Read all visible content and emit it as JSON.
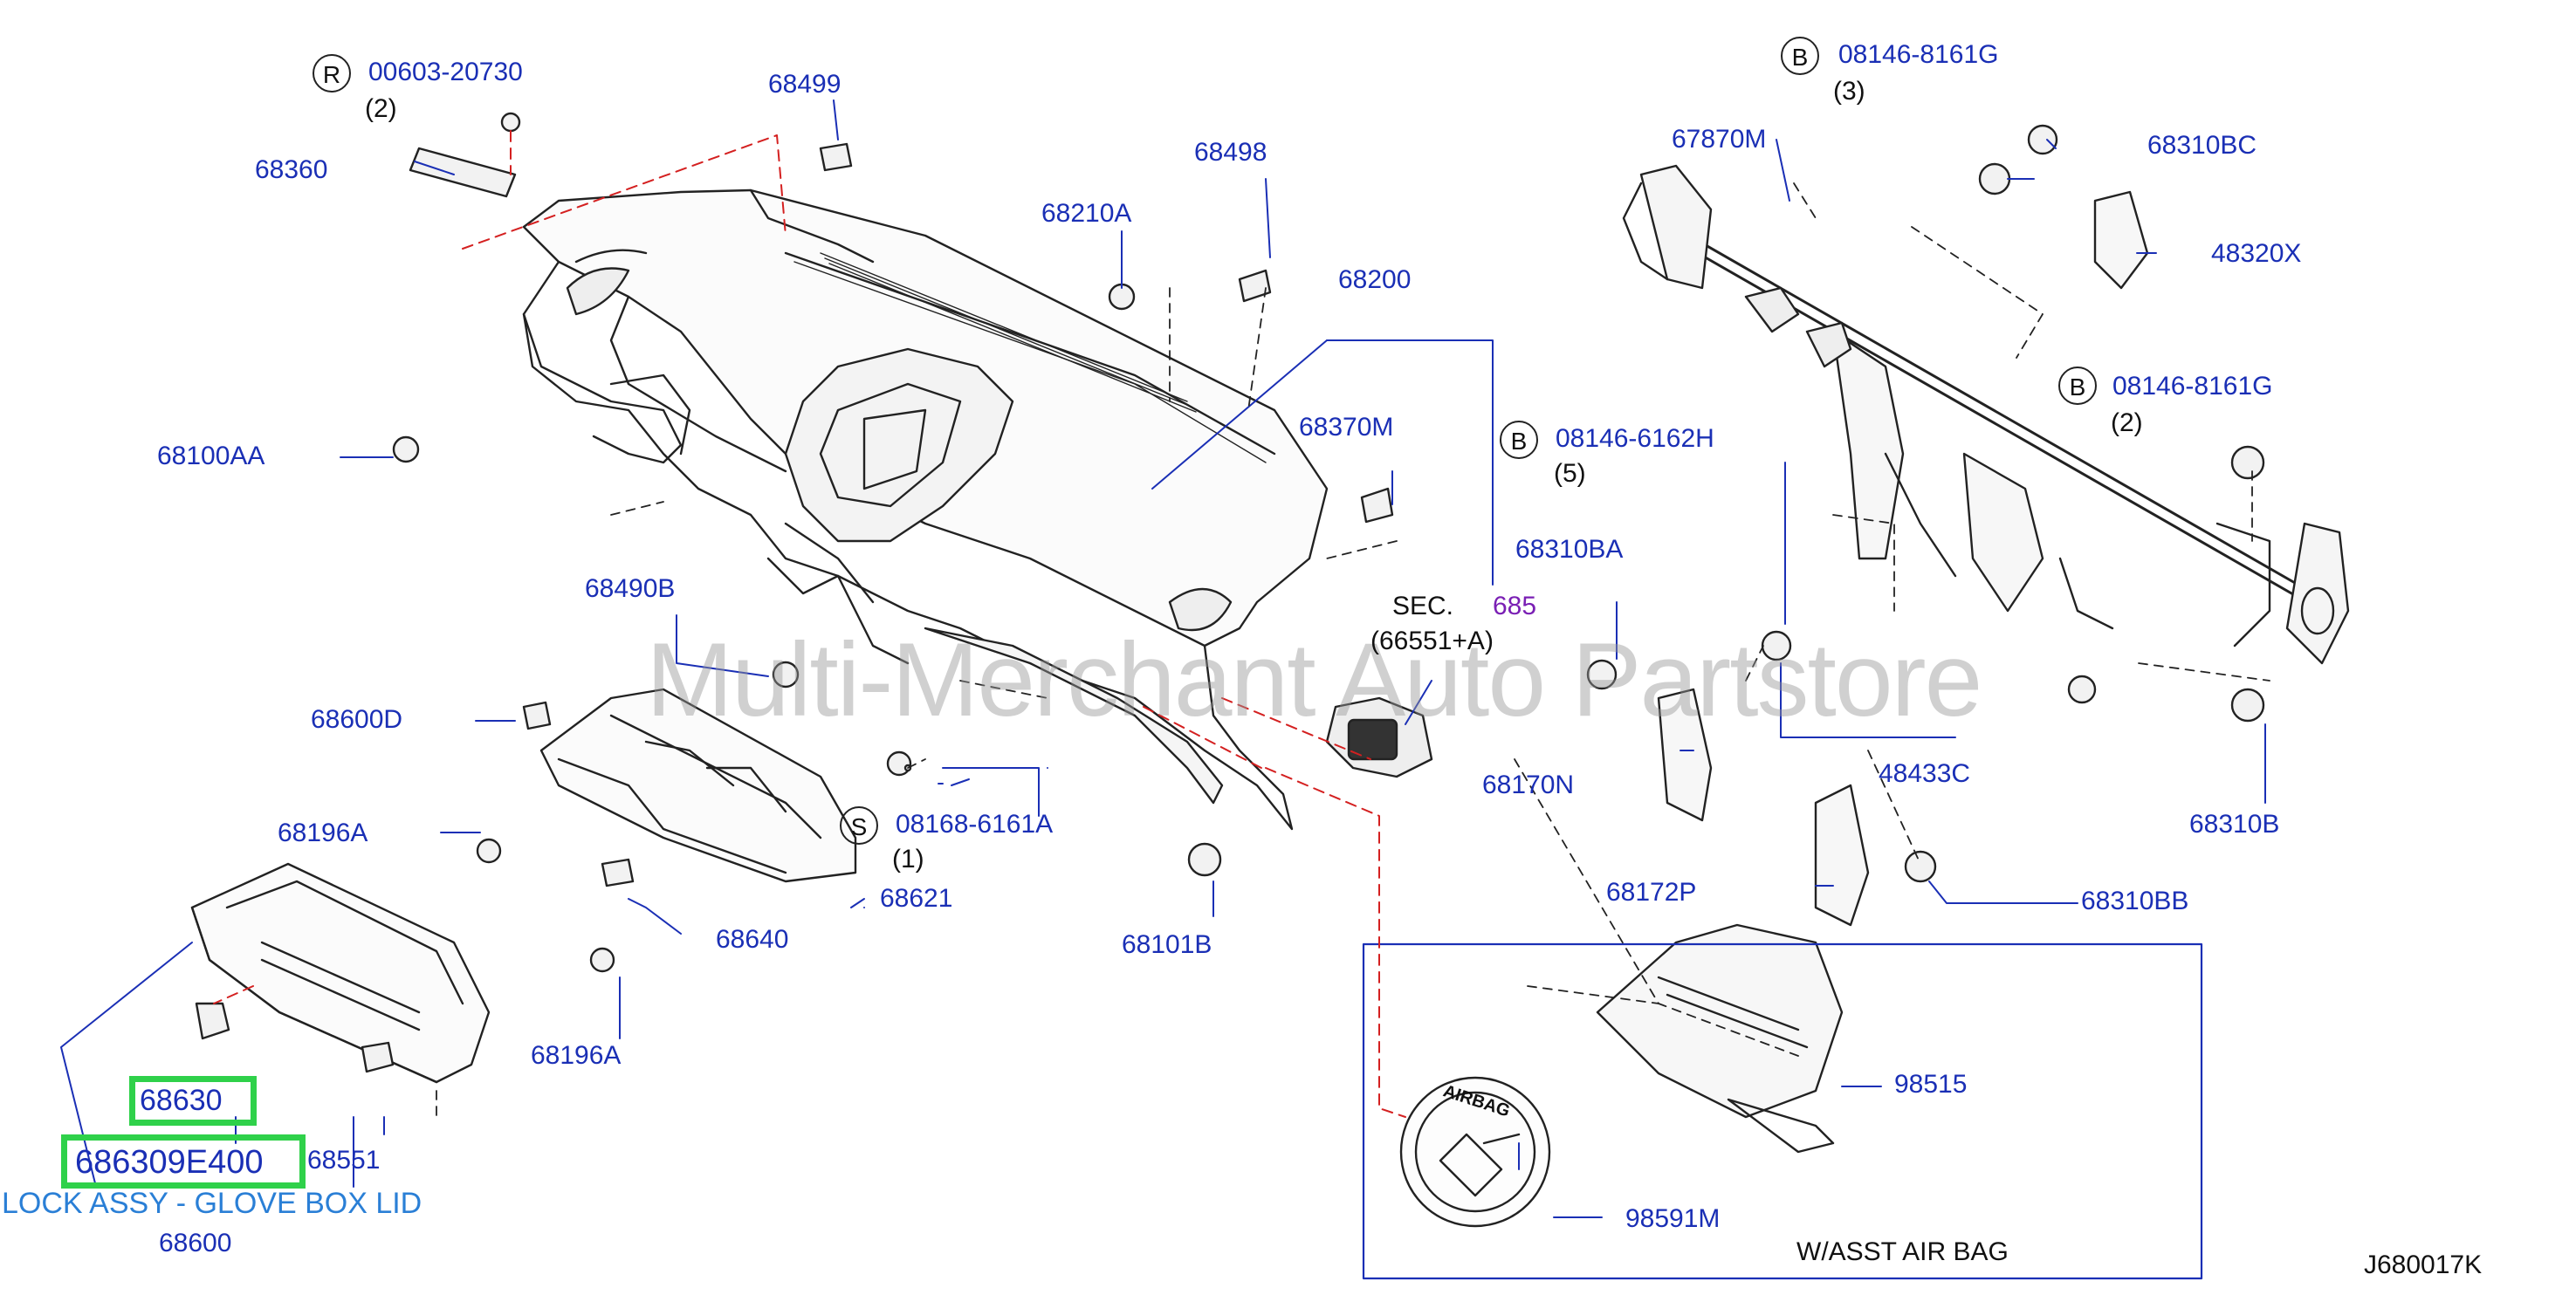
{
  "watermark": "Multi-Merchant Auto Partstore",
  "diagram_code": "J680017K",
  "airbag_box_label": "W/ASST   AIR   BAG",
  "airbag_emblem_text": "AIRBAG",
  "section_ref": {
    "prefix": "SEC.",
    "number": "685",
    "sub": "(66551+A)"
  },
  "highlight": {
    "part_number_short": "68630",
    "part_number_full": "686309E400",
    "description": "LOCK ASSY - GLOVE BOX LID"
  },
  "callouts": {
    "r_code": {
      "circle": "R",
      "part": "00603-20730",
      "qty": "(2)"
    },
    "b_code_1": {
      "circle": "B",
      "part": "08146-8161G",
      "qty": "(3)"
    },
    "b_code_2": {
      "circle": "B",
      "part": "08146-8161G",
      "qty": "(2)"
    },
    "b_code_3": {
      "circle": "B",
      "part": "08146-6162H",
      "qty": "(5)"
    },
    "s_code": {
      "circle": "S",
      "part": "08168-6161A",
      "qty": "(1)"
    }
  },
  "parts": {
    "p68499": "68499",
    "p68360": "68360",
    "p68498": "68498",
    "p68210A": "68210A",
    "p68200": "68200",
    "p68100AA": "68100AA",
    "p68370M": "68370M",
    "p68490B": "68490B",
    "p68600D": "68600D",
    "p68196A_1": "68196A",
    "p68196A_2": "68196A",
    "p68621": "68621",
    "p68640": "68640",
    "p68101B": "68101B",
    "p68551": "68551",
    "p68600": "68600",
    "p67870M": "67870M",
    "p68310BC": "68310BC",
    "p48320X": "48320X",
    "p68310BA": "68310BA",
    "p68170N": "68170N",
    "p48433C": "48433C",
    "p68310B": "68310B",
    "p68172P": "68172P",
    "p68310BB": "68310BB",
    "p98515": "98515",
    "p98591M": "98591M"
  }
}
